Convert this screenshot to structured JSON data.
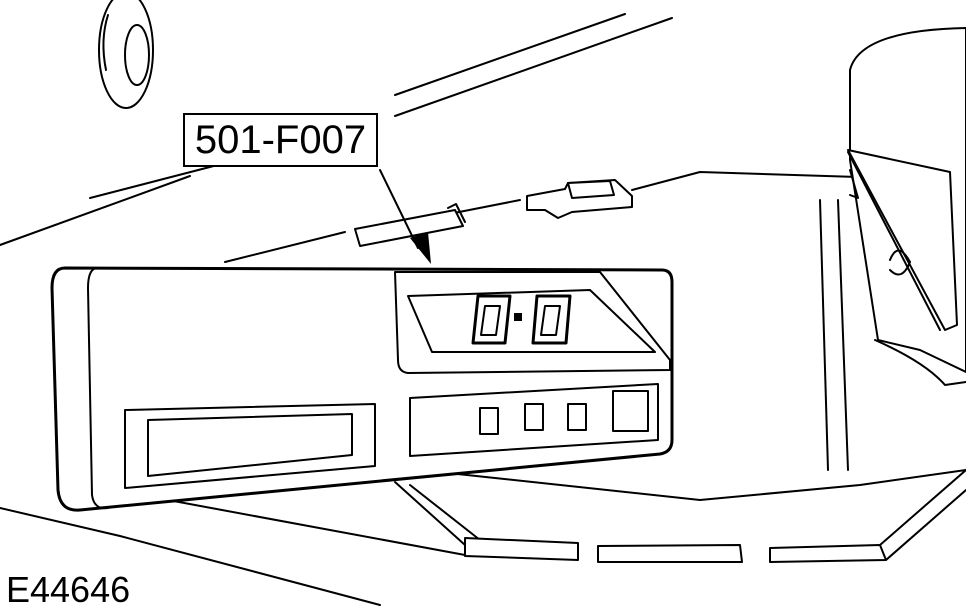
{
  "callout": {
    "label": "501-F007"
  },
  "display": {
    "digit_left": "0",
    "digit_right": "0"
  },
  "figure": {
    "id": "E44646"
  },
  "colors": {
    "line": "#000000",
    "background": "#ffffff"
  }
}
